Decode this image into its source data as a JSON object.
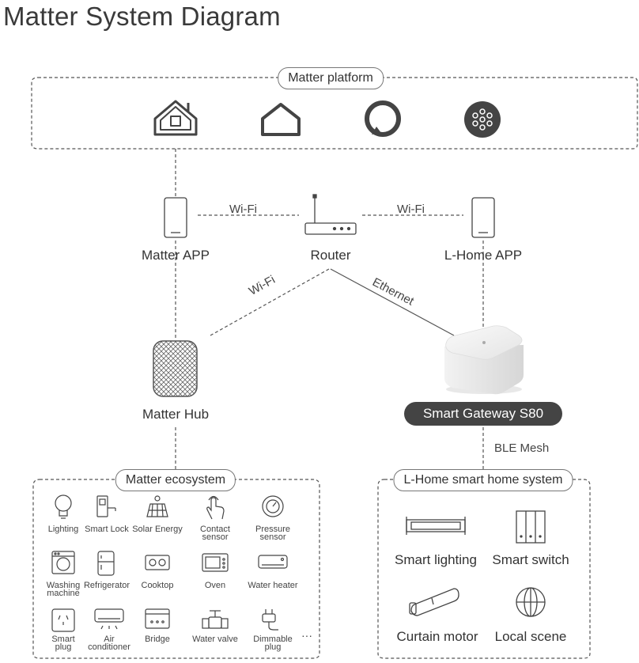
{
  "title": "Matter System Diagram",
  "platform": {
    "label": "Matter platform",
    "icons": [
      "apple-home-icon",
      "google-home-icon",
      "alexa-icon",
      "smartthings-icon"
    ]
  },
  "nodes": {
    "matter_app": "Matter APP",
    "router": "Router",
    "lhome_app": "L-Home APP",
    "matter_hub": "Matter Hub",
    "gateway": "Smart Gateway S80"
  },
  "links": {
    "wifi_left": "Wi-Fi",
    "wifi_right": "Wi-Fi",
    "wifi_hub": "Wi-Fi",
    "ethernet": "Ethernet",
    "ble": "BLE Mesh"
  },
  "ecosystem": {
    "label": "Matter ecosystem",
    "devices": [
      {
        "label": "Lighting",
        "icon": "bulb-icon"
      },
      {
        "label": "Smart Lock",
        "icon": "lock-icon"
      },
      {
        "label": "Solar Energy",
        "icon": "solar-icon"
      },
      {
        "label": "Contact sensor",
        "icon": "touch-icon"
      },
      {
        "label": "Pressure sensor",
        "icon": "gauge-icon"
      },
      {
        "label": "Washing machine",
        "icon": "washer-icon"
      },
      {
        "label": "Refrigerator",
        "icon": "fridge-icon"
      },
      {
        "label": "Cooktop",
        "icon": "cooktop-icon"
      },
      {
        "label": "Oven",
        "icon": "oven-icon"
      },
      {
        "label": "Water heater",
        "icon": "water-heater-icon"
      },
      {
        "label": "Smart plug",
        "icon": "plug-icon"
      },
      {
        "label": "Air conditioner",
        "icon": "ac-icon"
      },
      {
        "label": "Bridge",
        "icon": "bridge-icon"
      },
      {
        "label": "Water valve",
        "icon": "valve-icon"
      },
      {
        "label": "Dimmable plug",
        "icon": "dimmable-plug-icon"
      }
    ],
    "more": "···"
  },
  "lhome": {
    "label": "L-Home smart home system",
    "items": [
      {
        "label": "Smart lighting",
        "icon": "light-bar-icon"
      },
      {
        "label": "Smart switch",
        "icon": "switch-icon"
      },
      {
        "label": "Curtain motor",
        "icon": "curtain-motor-icon"
      },
      {
        "label": "Local scene",
        "icon": "globe-icon"
      }
    ]
  }
}
